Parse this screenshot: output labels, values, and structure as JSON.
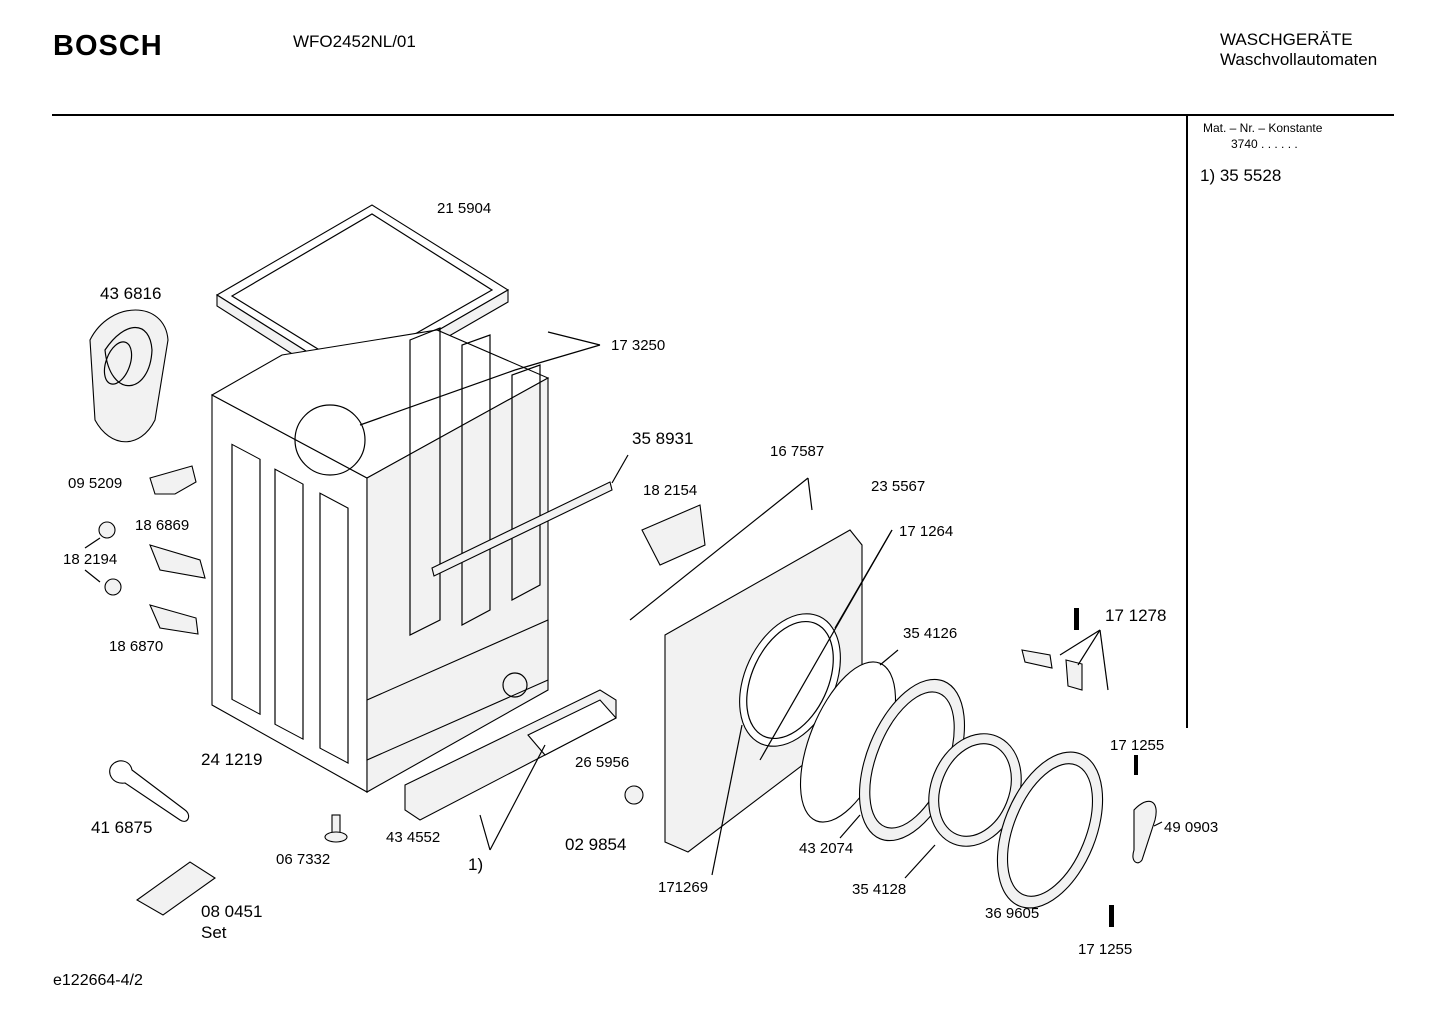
{
  "header": {
    "brand": "BOSCH",
    "model": "WFO2452NL/01",
    "category": "WASCHGERÄTE",
    "subcategory": "Waschvollautomaten"
  },
  "sidebar": {
    "title": "Mat. – Nr. – Konstante",
    "constant": "3740  .  .  .  .  .  .",
    "note": "1)  35 5528"
  },
  "footer": {
    "doc_id": "e122664-4/2"
  },
  "parts": {
    "p215904": "21 5904",
    "p436816": "43 6816",
    "p173250": "17 3250",
    "p358931": "35 8931",
    "p095209": "09 5209",
    "p186869": "18 6869",
    "p182194": "18 2194",
    "p186870": "18 6870",
    "p167587": "16 7587",
    "p182154": "18 2154",
    "p235567": "23 5567",
    "p171264": "17 1264",
    "p354126": "35 4126",
    "p171278": "17 1278",
    "p241219": "24 1219",
    "p416875": "41 6875",
    "p265956": "26 5956",
    "p434552": "43 4552",
    "p067332": "06 7332",
    "p029854": "02 9854",
    "note1": "1)",
    "p171269": "171269",
    "p432074": "43 2074",
    "p354128": "35 4128",
    "p369605": "36 9605",
    "p171255a": "17 1255",
    "p171255b": "17 1255",
    "p490903": "49 0903",
    "p080451": "08 0451",
    "set": "Set"
  }
}
